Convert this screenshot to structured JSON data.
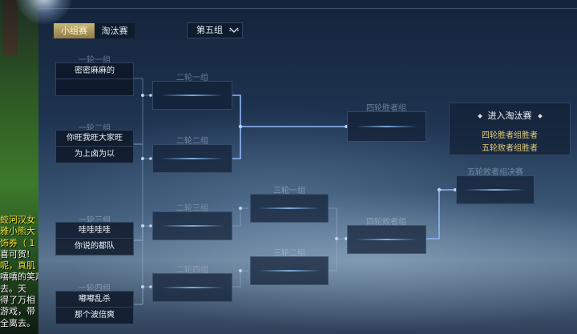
{
  "tabs": [
    {
      "label": "小组赛",
      "active": true
    },
    {
      "label": "淘汰赛",
      "active": false
    }
  ],
  "group_select": {
    "value": "第五组"
  },
  "round1": [
    {
      "label": "一轮一组",
      "players": [
        "密密麻麻的",
        ""
      ]
    },
    {
      "label": "一轮二组",
      "players": [
        "你旺我旺大家旺",
        "为上卤为以"
      ]
    },
    {
      "label": "一轮三组",
      "players": [
        "哇哇哇哇",
        "你说的都队"
      ]
    },
    {
      "label": "一轮四组",
      "players": [
        "嘟嘟乱杀",
        "那个波倍爽"
      ]
    }
  ],
  "round2": [
    {
      "label": "二轮一组"
    },
    {
      "label": "二轮二组"
    },
    {
      "label": "二轮三组"
    },
    {
      "label": "二轮四组"
    }
  ],
  "round3": [
    {
      "label": "三轮一组"
    },
    {
      "label": "三轮二组"
    }
  ],
  "round4_winners": {
    "label": "四轮胜者组"
  },
  "round4_losers": {
    "label": "四轮败者组"
  },
  "round5_losers_final": {
    "label": "五轮败者组决赛"
  },
  "advance": {
    "title": "进入淘汰赛",
    "lines": [
      "四轮胜者组胜者",
      "五轮败者组胜者"
    ]
  },
  "chat": [
    {
      "text": "蛟河汉女",
      "color": "yellow"
    },
    {
      "text": "雅小熊大",
      "color": "yellow"
    },
    {
      "text": "饰券（ 1",
      "color": "yellow"
    },
    {
      "text": "喜可贺!",
      "color": "white"
    },
    {
      "text": "呢，真肌",
      "color": "yellow"
    },
    {
      "text": "嘻嘻的笑声",
      "color": "white"
    },
    {
      "text": "去。天",
      "color": "white"
    },
    {
      "text": "得了万相",
      "color": "white"
    },
    {
      "text": "游戏，带",
      "color": "white"
    },
    {
      "text": "全离去。",
      "color": "white"
    }
  ],
  "colors": {
    "accent": "#c9b87a",
    "connector": "#8fb6ff",
    "gold_text": "#e6cf7c"
  },
  "icons": {
    "dropdown": "chevron-down-icon"
  }
}
